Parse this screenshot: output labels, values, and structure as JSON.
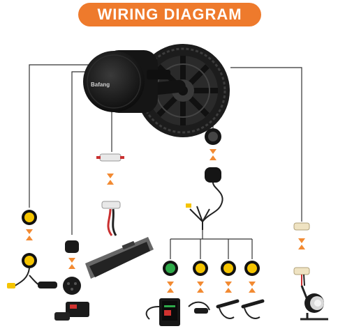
{
  "header": {
    "title": "WIRING DIAGRAM"
  },
  "motor": {
    "brand_label": "Bafang"
  },
  "colors": {
    "banner": "#ee7a2c",
    "connector_arrow": "#f28a32",
    "yellow_connector": "#f5c400",
    "green_connector": "#2eaa4a",
    "wire": "#333333",
    "motor_body": "#1a1a1a"
  },
  "components": [
    {
      "id": "motor-main-connector",
      "icon": "round-connector-icon"
    },
    {
      "id": "display-cable",
      "icon": "display-cable-icon"
    },
    {
      "id": "battery-cable",
      "icon": "battery-cable-icon"
    },
    {
      "id": "battery-pack",
      "icon": "battery-icon"
    },
    {
      "id": "speed-sensor",
      "icon": "speed-sensor-icon"
    },
    {
      "id": "harness",
      "icon": "wiring-harness-icon"
    },
    {
      "id": "display",
      "icon": "lcd-display-icon"
    },
    {
      "id": "throttle",
      "icon": "throttle-icon"
    },
    {
      "id": "brake-lever-left",
      "icon": "brake-lever-icon"
    },
    {
      "id": "brake-lever-right",
      "icon": "brake-lever-icon"
    },
    {
      "id": "headlight-cable",
      "icon": "light-cable-icon"
    },
    {
      "id": "headlight",
      "icon": "headlight-icon"
    }
  ]
}
